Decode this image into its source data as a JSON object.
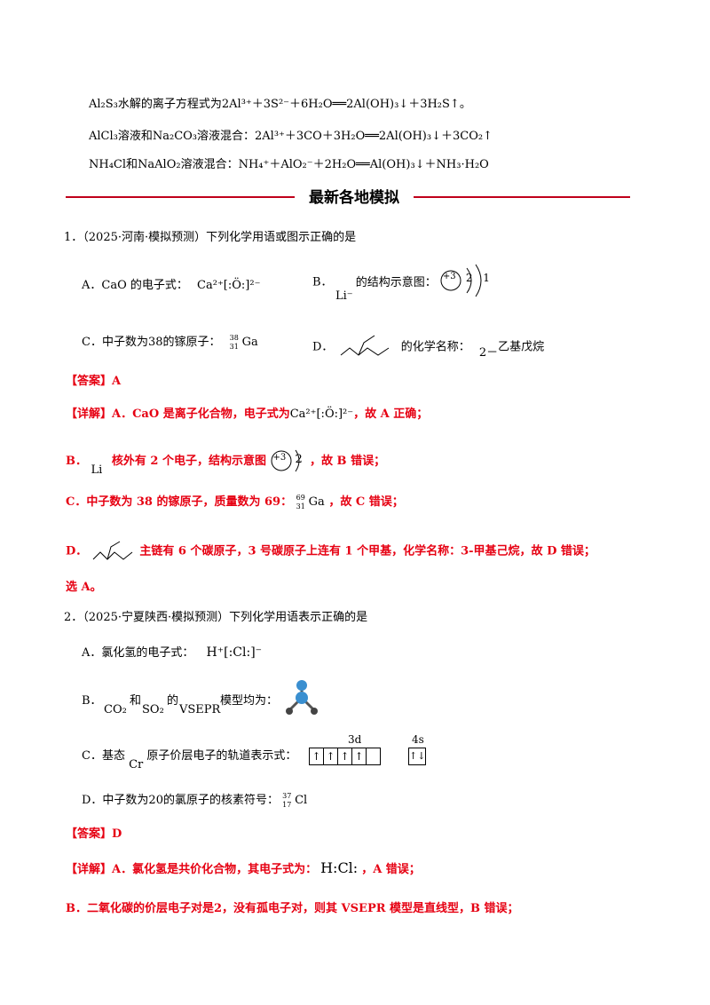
{
  "top_lines": {
    "l1": "Al₂S₃水解的离子方程式为2Al³⁺＋3S²⁻＋6H₂O══2Al(OH)₃↓＋3H₂S↑。",
    "l2": "AlCl₃溶液和Na₂CO₃溶液混合：2Al³⁺＋3CO＋3H₂O══2Al(OH)₃↓＋3CO₂↑",
    "l3": "NH₄Cl和NaAlO₂溶液混合：NH₄⁺＋AlO₂⁻＋2H₂O══Al(OH)₃↓＋NH₃·H₂O"
  },
  "banner": {
    "title": "最新各地模拟"
  },
  "q1": {
    "stem": "1．（2025·河南·模拟预测）下列化学用语或图示正确的是",
    "a_label": "A．CaO 的电子式：",
    "a_formula": "Ca²⁺[:Ö:]²⁻",
    "b_label": "B．",
    "b_li": "Li⁻",
    "b_text": "的结构示意图：",
    "b_nucleus": "+3",
    "b_shells": "2 1",
    "c_label": "C．中子数为38的镓原子：",
    "c_mass": "38",
    "c_atomic": "31",
    "c_symbol": "Ga",
    "d_label": "D．",
    "d_text": "的化学名称：",
    "d_name_prefix": "2－",
    "d_name": "乙基戊烷",
    "answer": "【答案】A",
    "detail_a_pre": "【详解】A．CaO 是离子化合物，电子式为",
    "detail_a_formula": "Ca²⁺[:Ö:]²⁻",
    "detail_a_post": "，故 A 正确；",
    "detail_b_pre": "B．",
    "detail_b_li": "Li",
    "detail_b_mid": "核外有 2 个电子，结构示意图",
    "detail_b_nucleus": "+3",
    "detail_b_shell": "2",
    "detail_b_post": "，故 B 错误；",
    "detail_c_pre": "C．中子数为 38 的镓原子，质量数为 69：",
    "detail_c_mass": "69",
    "detail_c_atomic": "31",
    "detail_c_symbol": "Ga",
    "detail_c_post": "，故 C 错误；",
    "detail_d_pre": "D．",
    "detail_d_post": "主链有 6 个碳原子，3 号碳原子上连有 1 个甲基，化学名称：3-甲基己烷，故 D 错误；",
    "conclusion": "选 A。"
  },
  "q2": {
    "stem": "2．（2025·宁夏陕西·模拟预测）下列化学用语表示正确的是",
    "a_label": "A．氯化氢的电子式：",
    "a_formula": "H⁺[:Cl:]⁻",
    "b_label": "B．",
    "b_co2": "CO₂",
    "b_and": "和",
    "b_so2": "SO₂",
    "b_of": "的",
    "b_vsepr": "VSEPR",
    "b_text": "模型均为：",
    "c_label": "C．基态",
    "c_cr": "Cr",
    "c_text": "原子价层电子的轨道表示式：",
    "c_3d": "3d",
    "c_4s": "4s",
    "c_arrow_up": "↑",
    "c_arrow_pair": "↑↓",
    "d_label": "D．中子数为20的氯原子的核素符号：",
    "d_mass": "37",
    "d_atomic": "17",
    "d_symbol": "Cl",
    "answer": "【答案】D",
    "detail_a_pre": "【详解】A．氯化氢是共价化合物，其电子式为：",
    "detail_a_formula": "H:Cl:",
    "detail_a_post": "，A 错误；",
    "detail_b": "B．二氧化碳的价层电子对是2，没有孤电子对，则其 VSEPR 模型是直线型，B 错误；"
  },
  "colors": {
    "answer_red": "#e60012",
    "banner_red": "#c0001a",
    "molecule_blue": "#3a8fd0"
  }
}
